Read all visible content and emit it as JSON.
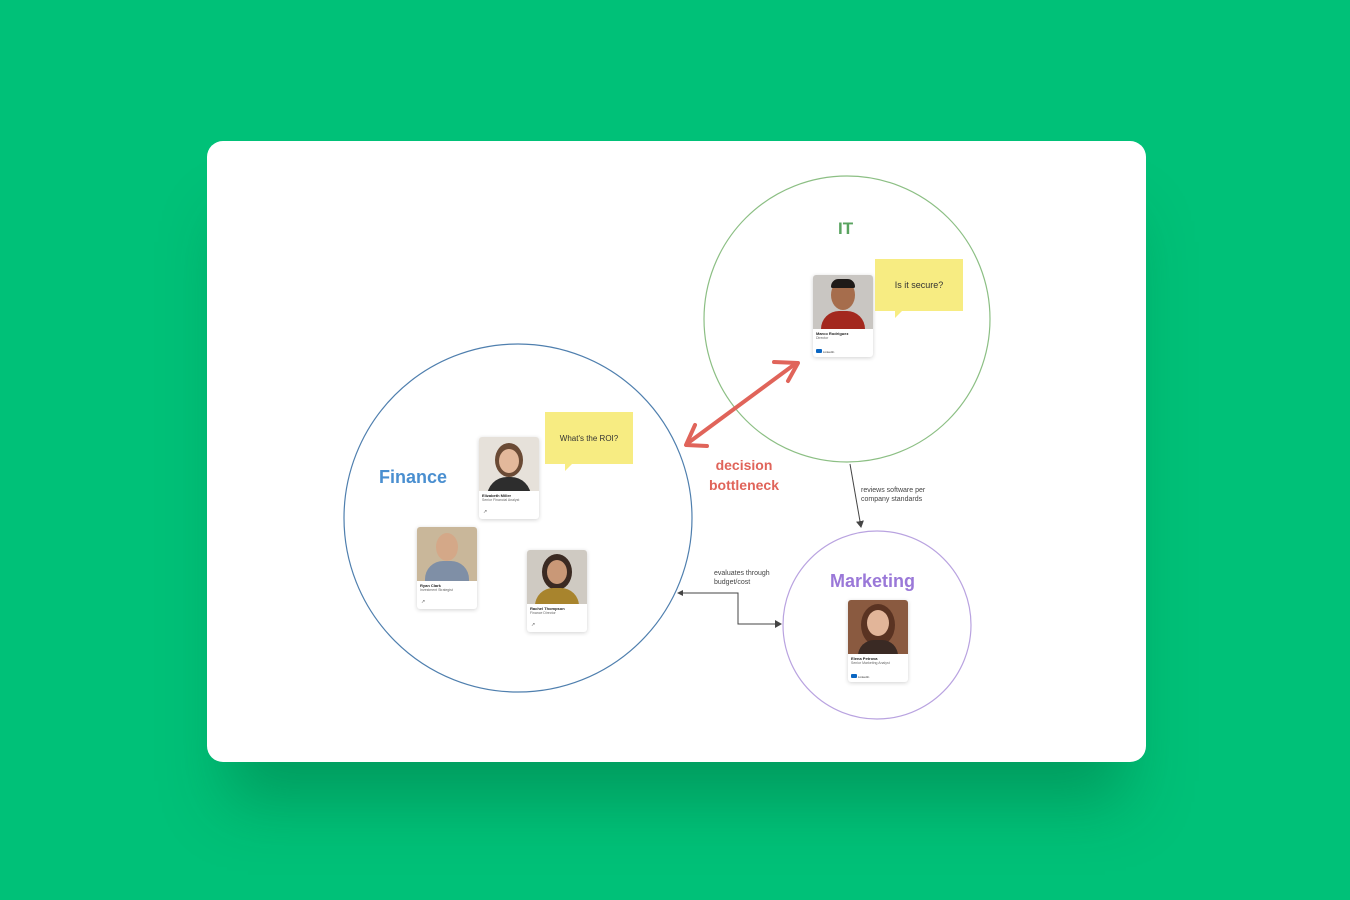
{
  "groups": {
    "finance": {
      "title": "Finance",
      "color": "#4a8fd0"
    },
    "it": {
      "title": "IT",
      "color": "#59a35f"
    },
    "marketing": {
      "title": "Marketing",
      "color": "#9a78d8"
    }
  },
  "people": {
    "elizabeth": {
      "name": "Elizabeth Miller",
      "role": "Senior Financial Analyst"
    },
    "ryan": {
      "name": "Ryan Clark",
      "role": "Investment Strategist"
    },
    "rachel": {
      "name": "Rachel Thompson",
      "role": "Finance Director"
    },
    "marco": {
      "name": "Marco Rodriguez",
      "role": "Director",
      "brand": "LinkedIn"
    },
    "elena": {
      "name": "Elena Petrova",
      "role": "Senior Marketing Analyst",
      "brand": "LinkedIn"
    }
  },
  "stickies": {
    "roi": "What's the ROI?",
    "secure": "Is it secure?"
  },
  "annotations": {
    "bottleneck_line1": "decision",
    "bottleneck_line2": "bottleneck",
    "it_to_marketing_1": "reviews software per",
    "it_to_marketing_2": "company standards",
    "finance_marketing_1": "evaluates through",
    "finance_marketing_2": "budget/cost"
  },
  "colors": {
    "background": "#00c178",
    "bottleneck_arrow": "#e0645a",
    "sticky": "#f7ec82"
  }
}
